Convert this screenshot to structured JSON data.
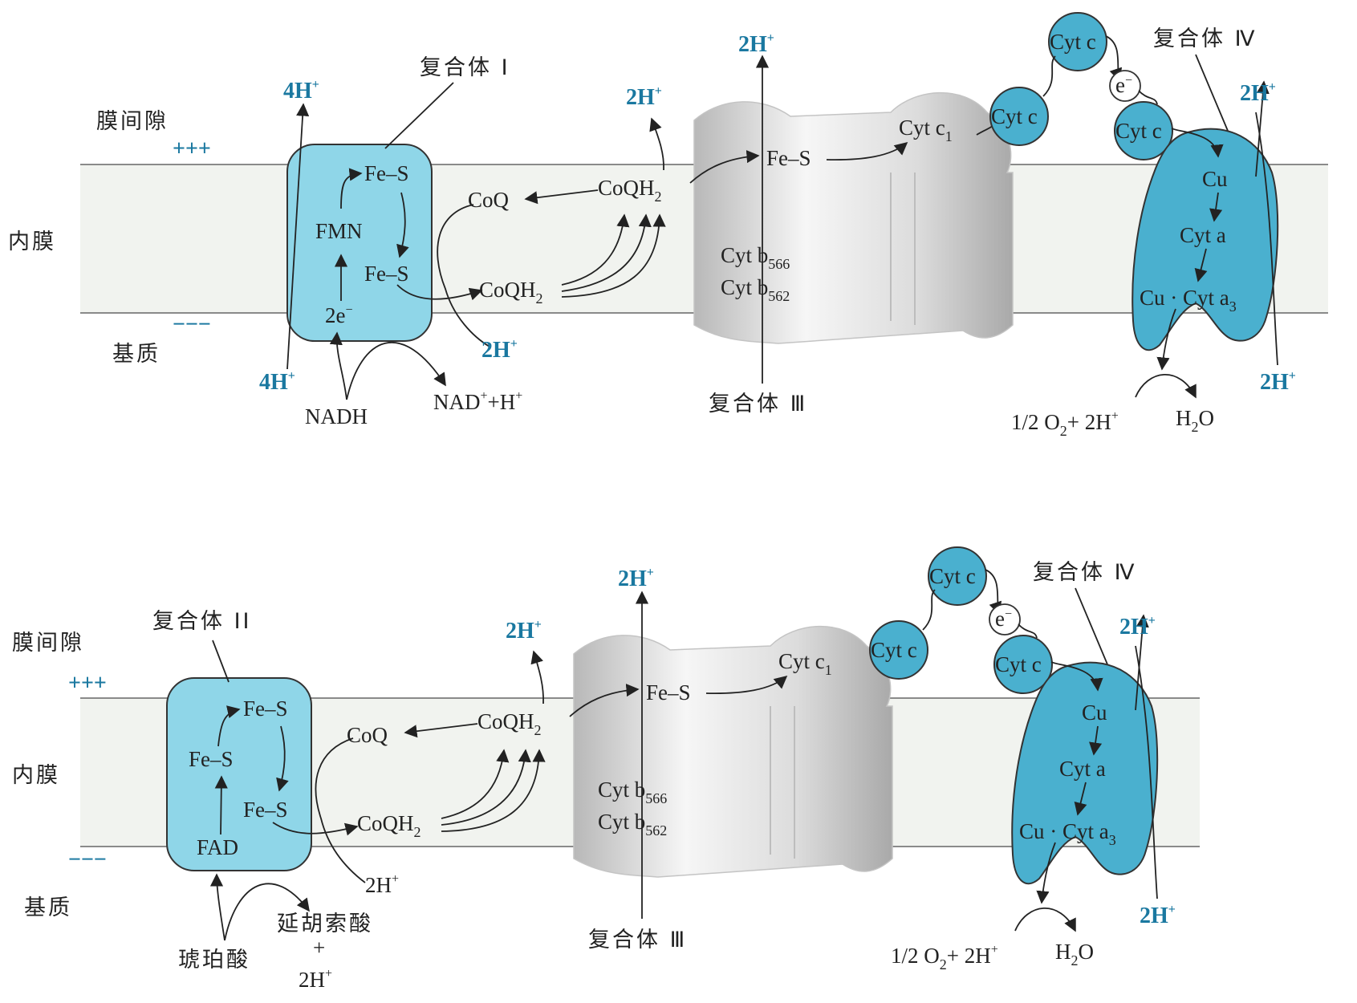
{
  "colors": {
    "complex_fill": "#8fd6e8",
    "complex_iv_fill": "#4ab0cf",
    "membrane_fill": "#f1f3ef",
    "proton_label": "#1a78a0",
    "complex_iii_fill": "#e4e4e4"
  },
  "labels": {
    "intermembrane_space": "膜间隙",
    "inner_membrane": "内膜",
    "matrix": "基质",
    "positive_charge": "+++",
    "negative_charge": "−−−",
    "complex_i": "复合体 I",
    "complex_ii": "复合体 II",
    "complex_iii": "复合体 Ⅲ",
    "complex_iv": "复合体 Ⅳ",
    "fe_s": "Fe–S",
    "fmn": "FMN",
    "fad": "FAD",
    "electrons": "2e",
    "coq": "CoQ",
    "coqh": "CoQH",
    "cyt_b566": "Cyt b",
    "b566_sub": "566",
    "cyt_b562": "Cyt b",
    "b562_sub": "562",
    "cyt_c1": "Cyt c",
    "c1_sub": "1",
    "cyt_c": "Cyt c",
    "e_minus": "e",
    "cu": "Cu",
    "cyt_a": "Cyt a",
    "cu_cyt_a3": "Cu · Cyt a",
    "a3_sub": "3",
    "two_h": "2H",
    "four_h": "4H",
    "nadh": "NADH",
    "nad_h": "NAD",
    "nad_h_tail": "+H",
    "half_o2": "1/2 O",
    "o2_tail": "+ 2H",
    "h2o": "H",
    "h2o_tail": "O",
    "succinate": "琥珀酸",
    "fumarate": "延胡索酸",
    "plus": "+",
    "sub_two": "2",
    "sup_plus": "+",
    "sup_minus": "−"
  }
}
